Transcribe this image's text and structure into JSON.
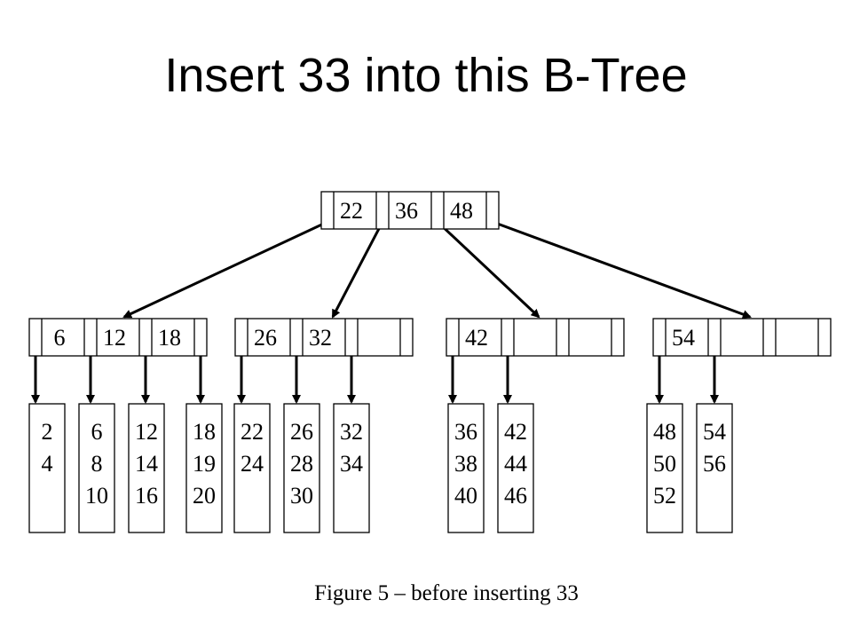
{
  "title": "Insert 33 into this B-Tree",
  "caption": "Figure 5 – before inserting 33",
  "tree": {
    "root": {
      "keys": [
        "22",
        "36",
        "48"
      ]
    },
    "internal": [
      {
        "keys": [
          "6",
          "12",
          "18"
        ]
      },
      {
        "keys": [
          "26",
          "32",
          ""
        ]
      },
      {
        "keys": [
          "42",
          "",
          ""
        ]
      },
      {
        "keys": [
          "54",
          "",
          ""
        ]
      }
    ],
    "leaves": [
      {
        "keys": [
          "2",
          "4"
        ]
      },
      {
        "keys": [
          "6",
          "8",
          "10"
        ]
      },
      {
        "keys": [
          "12",
          "14",
          "16"
        ]
      },
      {
        "keys": [
          "18",
          "19",
          "20"
        ]
      },
      {
        "keys": [
          "22",
          "24"
        ]
      },
      {
        "keys": [
          "26",
          "28",
          "30"
        ]
      },
      {
        "keys": [
          "32",
          "34"
        ]
      },
      {
        "keys": [
          "36",
          "38",
          "40"
        ]
      },
      {
        "keys": [
          "42",
          "44",
          "46"
        ]
      },
      {
        "keys": [
          "48",
          "50",
          "52"
        ]
      },
      {
        "keys": [
          "54",
          "56"
        ]
      }
    ]
  }
}
